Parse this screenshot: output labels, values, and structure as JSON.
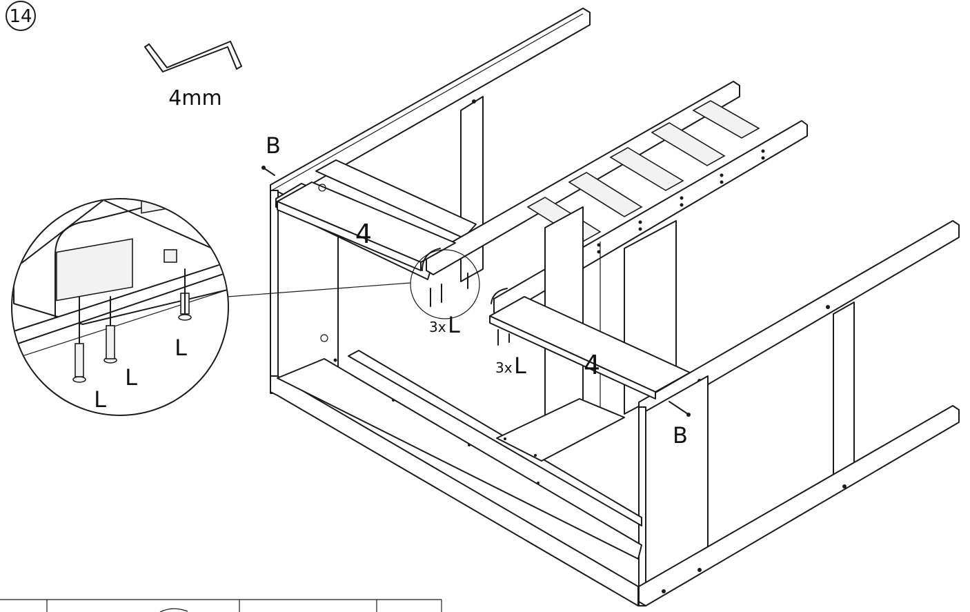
{
  "step": {
    "number": "14"
  },
  "tool": {
    "icon": "allen-key-icon",
    "size_label": "4mm"
  },
  "labels": {
    "screw_b_top": "B",
    "screw_b_right": "B",
    "part_left": "4",
    "part_right": "4",
    "qty_left_count": "3x",
    "qty_left_part": "L",
    "qty_right_count": "3x",
    "qty_right_part": "L"
  },
  "detail": {
    "l1": "L",
    "l2": "L",
    "l3": "L"
  }
}
